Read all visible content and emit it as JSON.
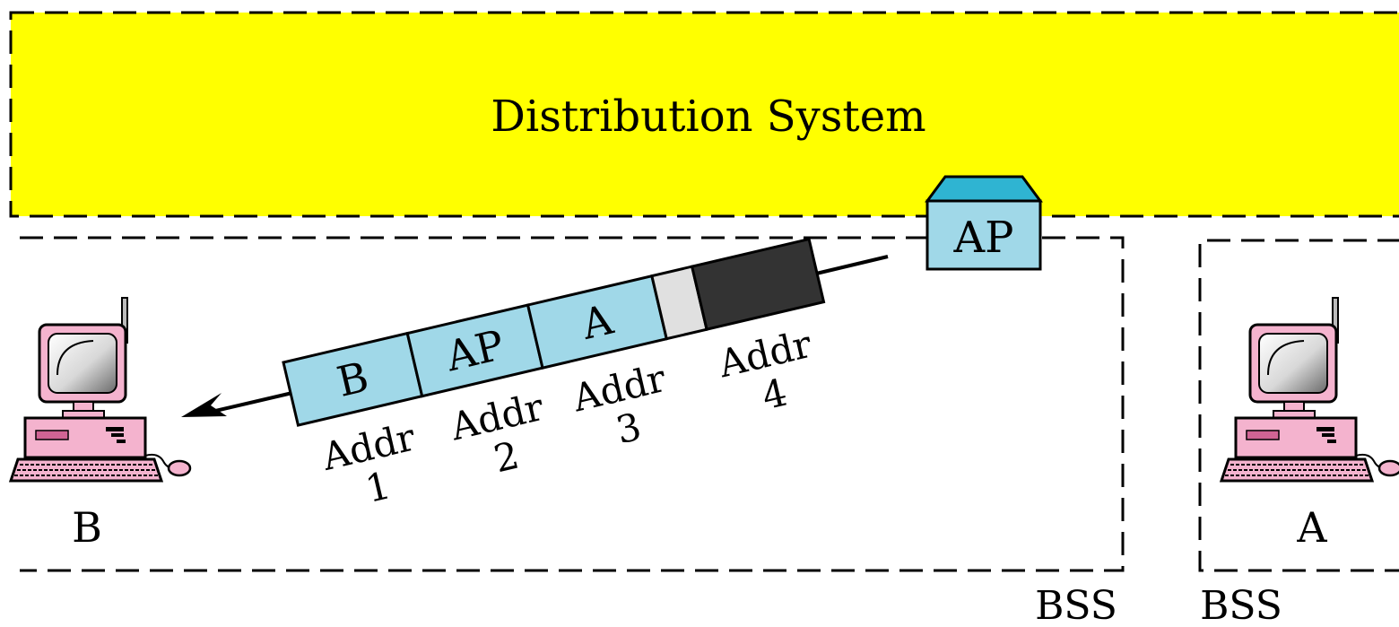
{
  "distribution_system": {
    "label": "Distribution System"
  },
  "access_point": {
    "label": "AP"
  },
  "stations": {
    "left": {
      "label": "B"
    },
    "right": {
      "label": "A"
    }
  },
  "bss": {
    "left_label": "BSS",
    "right_label": "BSS"
  },
  "frame": {
    "fields": [
      {
        "value": "B"
      },
      {
        "value": "AP"
      },
      {
        "value": "A"
      },
      {
        "value": ""
      },
      {
        "value": ""
      }
    ],
    "address_labels": [
      {
        "word": "Addr",
        "number": "1"
      },
      {
        "word": "Addr",
        "number": "2"
      },
      {
        "word": "Addr",
        "number": "3"
      },
      {
        "word": "Addr",
        "number": "4"
      }
    ]
  },
  "colors": {
    "distribution_system_fill": "#ffff00",
    "field_fill": "#a0d8e8",
    "field_empty_fill": "#e0e0e0",
    "field_dark_fill": "#333333",
    "ap_roof": "#2fb4d2",
    "computer_pink": "#f4b3ce",
    "computer_pink_dark": "#d06494"
  }
}
